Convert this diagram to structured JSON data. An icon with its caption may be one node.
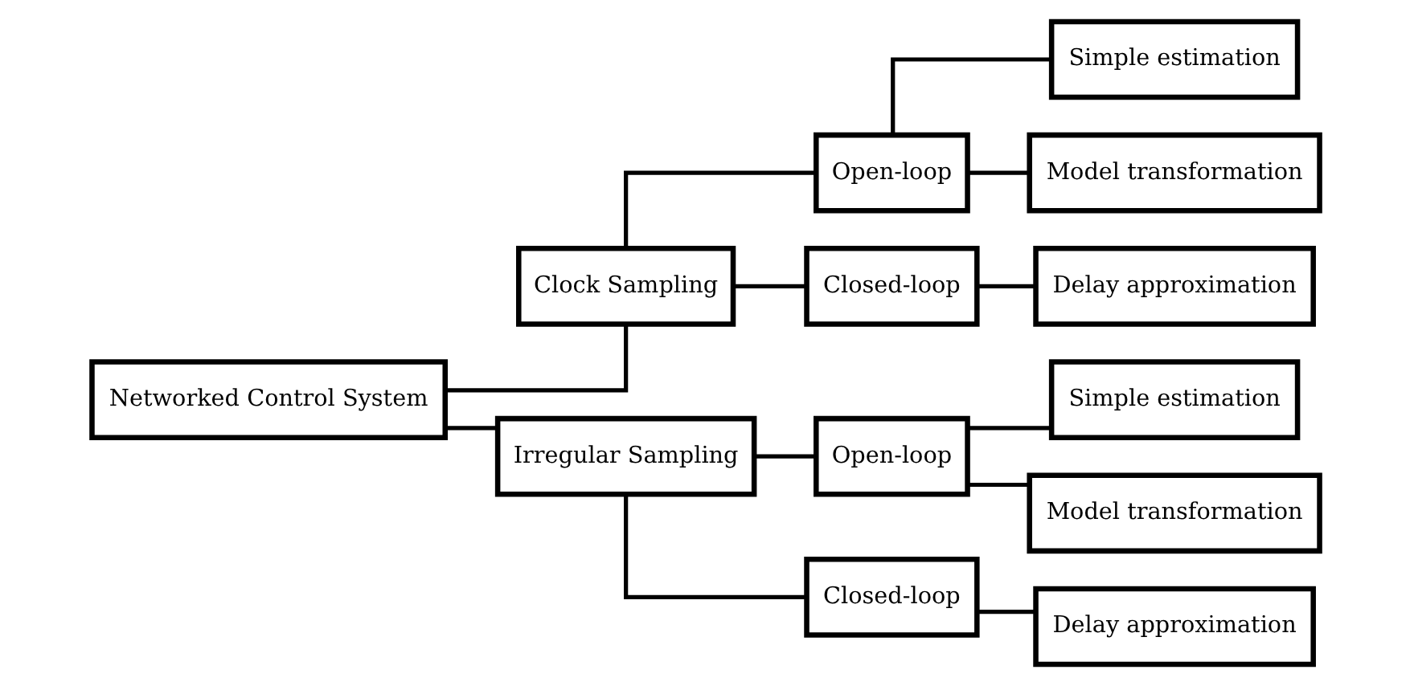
{
  "diagram": {
    "nodes": [
      {
        "text": [
          "Networked Control System"
        ]
      },
      {
        "text": [
          "Clock Sampling"
        ]
      },
      {
        "text": [
          "Open-loop"
        ]
      },
      {
        "text": [
          "Simple estimation"
        ]
      },
      {
        "text": [
          "Model transformation"
        ]
      },
      {
        "text": [
          "Closed-loop"
        ]
      },
      {
        "text": [
          "Delay approximation"
        ]
      },
      {
        "text": [
          "Irregular Sampling"
        ]
      },
      {
        "text": [
          "Open-loop"
        ]
      },
      {
        "text": [
          "Simple estimation"
        ]
      },
      {
        "text": [
          "Model transformation"
        ]
      },
      {
        "text": [
          "Closed-loop"
        ]
      },
      {
        "text": [
          "Delay approximation"
        ]
      }
    ],
    "edges": [
      {
        "from": 0,
        "to": 1,
        "arrow": "none"
      },
      {
        "from": 0,
        "to": 7,
        "arrow": "none"
      },
      {
        "from": 1,
        "to": 2,
        "arrow": "none"
      },
      {
        "from": 1,
        "to": 5,
        "arrow": "none"
      },
      {
        "from": 2,
        "to": 3,
        "arrow": "none"
      },
      {
        "from": 2,
        "to": 4,
        "arrow": "none"
      },
      {
        "from": 5,
        "to": 6,
        "arrow": "none"
      },
      {
        "from": 7,
        "to": 8,
        "arrow": "none"
      },
      {
        "from": 7,
        "to": 11,
        "arrow": "none"
      },
      {
        "from": 8,
        "to": 9,
        "arrow": "none"
      },
      {
        "from": 8,
        "to": 10,
        "arrow": "none"
      },
      {
        "from": 11,
        "to": 12,
        "arrow": "none"
      }
    ]
  }
}
